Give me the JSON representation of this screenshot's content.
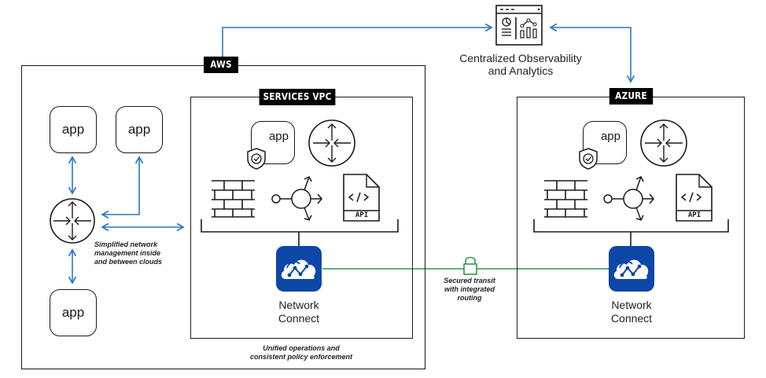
{
  "diagram": {
    "observability": {
      "label_line1": "Centralized Observability",
      "label_line2": "and Analytics",
      "icon": "dashboard-analytics-icon"
    },
    "aws": {
      "tag": "AWS",
      "apps": [
        "app",
        "app",
        "app"
      ],
      "router_icon": "router-icon",
      "caption_lines": [
        "Simplified network",
        "management inside",
        "and between clouds"
      ],
      "services_vpc": {
        "tag": "SERVICES VPC",
        "secure_app_label": "app",
        "icons": [
          "secure-app-icon",
          "router-icon",
          "firewall-icon",
          "load-balancer-icon",
          "api-document-icon"
        ],
        "api_label": "API",
        "network_connect": {
          "line1": "Network",
          "line2": "Connect"
        }
      },
      "bottom_caption_lines": [
        "Unified operations and",
        "consistent policy enforcement"
      ]
    },
    "transit": {
      "caption_lines": [
        "Secured transit",
        "with integrated",
        "routing"
      ],
      "icon": "lock-icon"
    },
    "azure": {
      "tag": "AZURE",
      "secure_app_label": "app",
      "icons": [
        "secure-app-icon",
        "router-icon",
        "firewall-icon",
        "load-balancer-icon",
        "api-document-icon"
      ],
      "api_label": "API",
      "network_connect": {
        "line1": "Network",
        "line2": "Connect"
      }
    },
    "colors": {
      "arrow": "#2a78c2",
      "transit": "#2a9a4a",
      "network_connect": "#0d47a8",
      "tag_bg": "#000000"
    }
  }
}
